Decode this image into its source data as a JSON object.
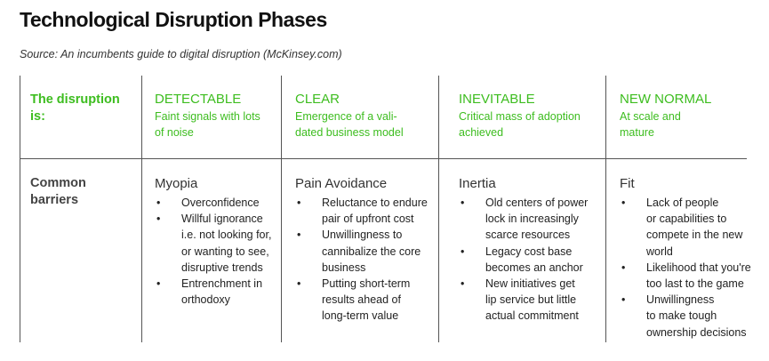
{
  "title": "Technological Disruption Phases",
  "source": "Source: An incumbents guide to digital disruption (McKinsey.com)",
  "row_labels": {
    "disruption": [
      "The disruption",
      "is:"
    ],
    "barriers": [
      "Common",
      "barriers"
    ]
  },
  "phases": [
    {
      "name": "DETECTABLE",
      "desc": [
        "Faint signals with lots",
        "of noise"
      ],
      "barrier": "Myopia",
      "bullets": [
        [
          "Overconfidence"
        ],
        [
          "Willful ignorance",
          "i.e. not looking for,",
          "or wanting to see,",
          "disruptive trends"
        ],
        [
          "Entrenchment in",
          "orthodoxy"
        ]
      ]
    },
    {
      "name": "CLEAR",
      "desc": [
        "Emergence of a vali-",
        "dated business model"
      ],
      "barrier": "Pain Avoidance",
      "bullets": [
        [
          "Reluctance to endure",
          "pair of upfront cost"
        ],
        [
          "Unwillingness to",
          "cannibalize the core",
          "business"
        ],
        [
          "Putting short-term",
          "results ahead of",
          "long-term value"
        ]
      ]
    },
    {
      "name": "INEVITABLE",
      "desc": [
        "Critical mass of adoption",
        "achieved"
      ],
      "barrier": "Inertia",
      "bullets": [
        [
          "Old centers of power",
          "lock in increasingly",
          "scarce resources"
        ],
        [
          "Legacy cost base",
          "becomes an anchor"
        ],
        [
          "New initiatives get",
          "lip service but little",
          "actual commitment"
        ]
      ]
    },
    {
      "name": "NEW NORMAL",
      "desc": [
        "At scale and",
        "mature"
      ],
      "barrier": "Fit",
      "bullets": [
        [
          "Lack of people",
          "or capabilities to",
          "compete in the new",
          "world"
        ],
        [
          "Likelihood that you're",
          "too last to the game"
        ],
        [
          "Unwillingness",
          "to make tough",
          "ownership decisions"
        ]
      ]
    }
  ],
  "colors": {
    "accent": "#3dbd1f",
    "rule": "#555555",
    "text": "#222222"
  }
}
